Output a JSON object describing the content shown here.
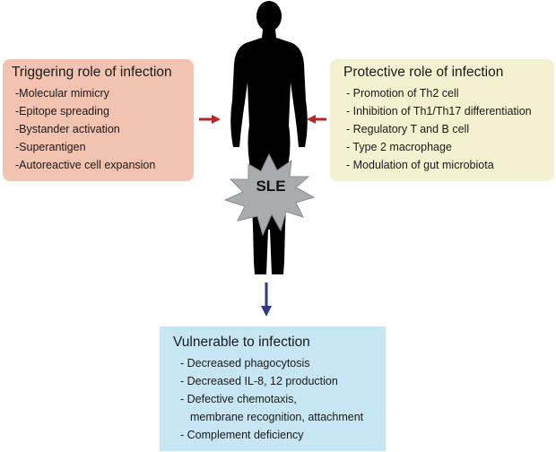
{
  "triggering": {
    "title": "Triggering role of infection",
    "items": [
      "-Molecular mimicry",
      "-Epitope spreading",
      "-Bystander activation",
      "-Superantigen",
      "-Autoreactive cell expansion"
    ]
  },
  "protective": {
    "title": "Protective role of infection",
    "items": [
      "- Promotion of Th2 cell",
      "- Inhibition of Th1/Th17 differentiation",
      "- Regulatory T and B cell",
      "- Type 2 macrophage",
      "- Modulation of gut microbiota"
    ]
  },
  "center": {
    "label": "SLE"
  },
  "vulnerable": {
    "title": "Vulnerable to infection",
    "items": [
      "- Decreased phagocytosis",
      "- Decreased IL-8, 12 production",
      "- Defective chemotaxis,",
      "membrane recognition, attachment",
      "- Complement deficiency"
    ]
  },
  "colors": {
    "triggering_box": "#f2c3b1",
    "protective_box": "#f4f1d0",
    "vulnerable_box": "#c6e6f3",
    "side_arrows": "#b3262a",
    "down_arrow": "#2e3a8c",
    "silhouette": "#000000",
    "burst": "#a9abae"
  }
}
